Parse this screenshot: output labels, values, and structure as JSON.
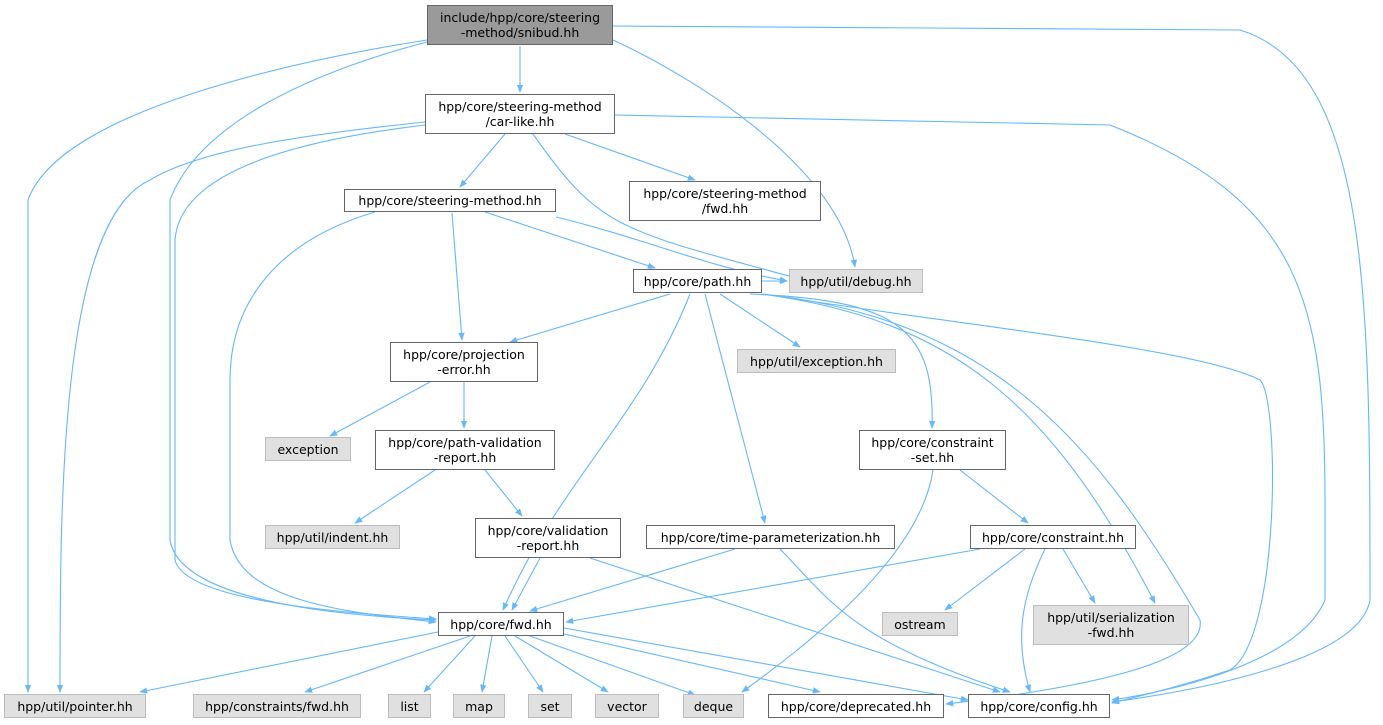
{
  "diagram": {
    "colors": {
      "edge": "#63b8ff",
      "root_fill": "#9a9a9a",
      "ext_fill": "#e0e0e0"
    },
    "nodes": [
      {
        "id": "snibud",
        "lines": [
          "include/hpp/core/steering",
          "-method/snibud.hh"
        ],
        "kind": "root"
      },
      {
        "id": "carlike",
        "lines": [
          "hpp/core/steering-method",
          "/car-like.hh"
        ],
        "kind": "plain"
      },
      {
        "id": "steering",
        "lines": [
          "hpp/core/steering-method.hh"
        ],
        "kind": "plain"
      },
      {
        "id": "smfwd",
        "lines": [
          "hpp/core/steering-method",
          "/fwd.hh"
        ],
        "kind": "plain"
      },
      {
        "id": "path",
        "lines": [
          "hpp/core/path.hh"
        ],
        "kind": "plain"
      },
      {
        "id": "debug",
        "lines": [
          "hpp/util/debug.hh"
        ],
        "kind": "ext"
      },
      {
        "id": "projerr",
        "lines": [
          "hpp/core/projection",
          "-error.hh"
        ],
        "kind": "plain"
      },
      {
        "id": "utilexc",
        "lines": [
          "hpp/util/exception.hh"
        ],
        "kind": "ext"
      },
      {
        "id": "exception",
        "lines": [
          "exception"
        ],
        "kind": "ext"
      },
      {
        "id": "pvreport",
        "lines": [
          "hpp/core/path-validation",
          "-report.hh"
        ],
        "kind": "plain"
      },
      {
        "id": "cset",
        "lines": [
          "hpp/core/constraint",
          "-set.hh"
        ],
        "kind": "plain"
      },
      {
        "id": "indent",
        "lines": [
          "hpp/util/indent.hh"
        ],
        "kind": "ext"
      },
      {
        "id": "vreport",
        "lines": [
          "hpp/core/validation",
          "-report.hh"
        ],
        "kind": "plain"
      },
      {
        "id": "timeparam",
        "lines": [
          "hpp/core/time-parameterization.hh"
        ],
        "kind": "plain"
      },
      {
        "id": "constraint",
        "lines": [
          "hpp/core/constraint.hh"
        ],
        "kind": "plain"
      },
      {
        "id": "serial",
        "lines": [
          "hpp/util/serialization",
          "-fwd.hh"
        ],
        "kind": "ext"
      },
      {
        "id": "ostream",
        "lines": [
          "ostream"
        ],
        "kind": "ext"
      },
      {
        "id": "corefwd",
        "lines": [
          "hpp/core/fwd.hh"
        ],
        "kind": "plain"
      },
      {
        "id": "pointer",
        "lines": [
          "hpp/util/pointer.hh"
        ],
        "kind": "ext"
      },
      {
        "id": "constrfwd",
        "lines": [
          "hpp/constraints/fwd.hh"
        ],
        "kind": "ext"
      },
      {
        "id": "list",
        "lines": [
          "list"
        ],
        "kind": "ext"
      },
      {
        "id": "map",
        "lines": [
          "map"
        ],
        "kind": "ext"
      },
      {
        "id": "set",
        "lines": [
          "set"
        ],
        "kind": "ext"
      },
      {
        "id": "vector",
        "lines": [
          "vector"
        ],
        "kind": "ext"
      },
      {
        "id": "deque",
        "lines": [
          "deque"
        ],
        "kind": "ext"
      },
      {
        "id": "deprecated",
        "lines": [
          "hpp/core/deprecated.hh"
        ],
        "kind": "plain"
      },
      {
        "id": "config",
        "lines": [
          "hpp/core/config.hh"
        ],
        "kind": "plain"
      }
    ]
  }
}
